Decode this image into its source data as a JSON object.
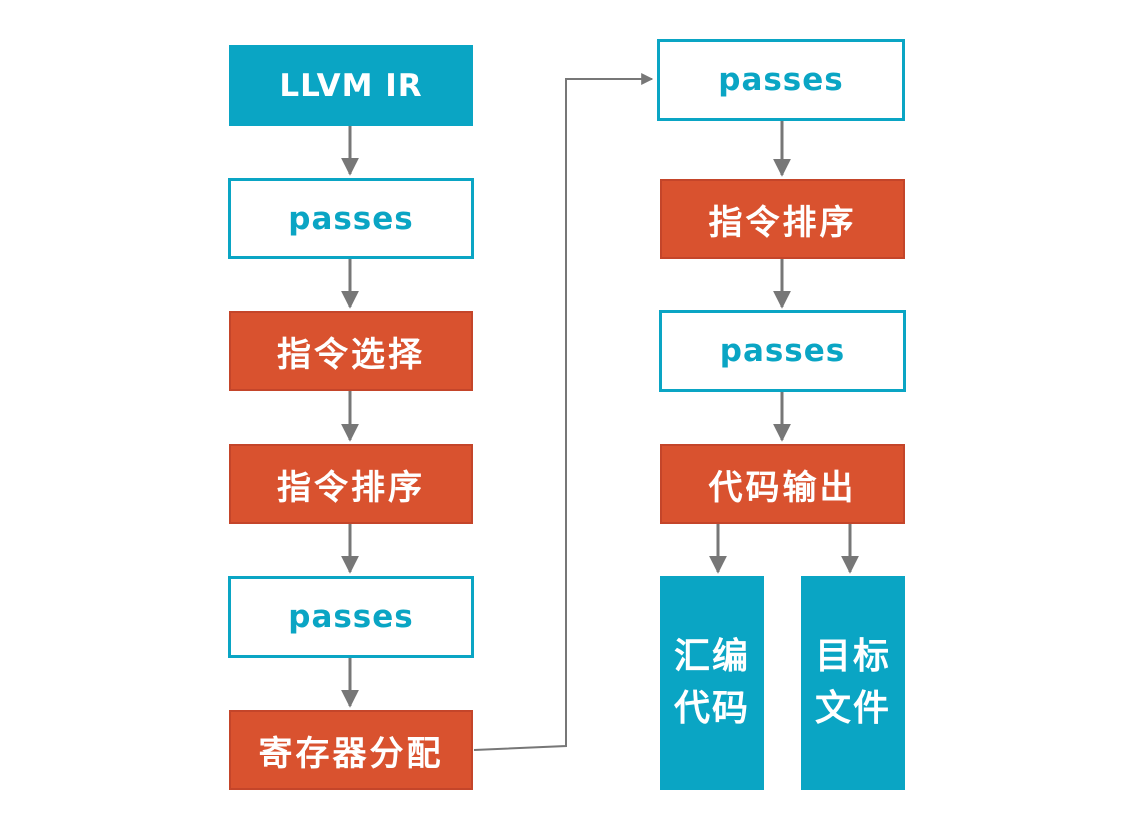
{
  "left_column": {
    "n1": "LLVM IR",
    "n2": "passes",
    "n3": "指令选择",
    "n4": "指令排序",
    "n5": "passes",
    "n6": "寄存器分配"
  },
  "right_column": {
    "n7": "passes",
    "n8": "指令排序",
    "n9": "passes",
    "n10": "代码输出"
  },
  "outputs": {
    "assembly": {
      "line1": "汇编",
      "line2": "代码"
    },
    "object_file": {
      "line1": "目标",
      "line2": "文件"
    }
  },
  "colors": {
    "teal": "#0aa5c4",
    "red": "#d9522f",
    "arrow": "#777777"
  }
}
